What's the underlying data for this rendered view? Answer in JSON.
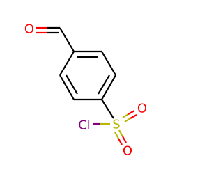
{
  "molecule": {
    "atoms": {
      "oxygen_aldehyde": {
        "label": "O",
        "color": "#FF0000"
      },
      "sulfur": {
        "label": "S",
        "color": "#B8B800"
      },
      "chlorine": {
        "label": "Cl",
        "color": "#800080"
      },
      "oxygen_sulfonyl_upper": {
        "label": "O",
        "color": "#FF0000"
      },
      "oxygen_sulfonyl_lower": {
        "label": "O",
        "color": "#FF0000"
      }
    },
    "bond_color": "#000000"
  }
}
